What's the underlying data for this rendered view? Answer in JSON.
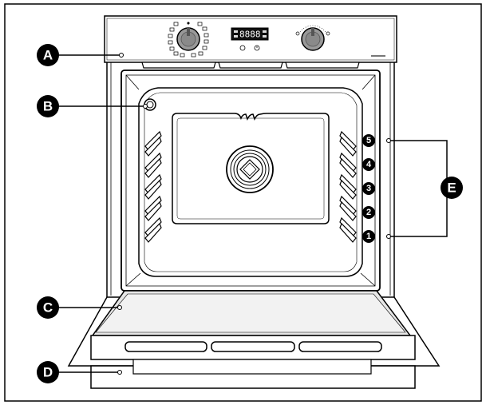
{
  "diagram": {
    "callouts": [
      {
        "id": "A",
        "letter": "A"
      },
      {
        "id": "B",
        "letter": "B"
      },
      {
        "id": "C",
        "letter": "C"
      },
      {
        "id": "D",
        "letter": "D"
      },
      {
        "id": "E",
        "letter": "E"
      }
    ],
    "shelf_levels": [
      "5",
      "4",
      "3",
      "2",
      "1"
    ],
    "display": {
      "text": "8888"
    },
    "colors": {
      "ink": "#000000",
      "paper": "#ffffff",
      "glass": "#e6e6e6",
      "panel": "#f2f2f2"
    }
  }
}
